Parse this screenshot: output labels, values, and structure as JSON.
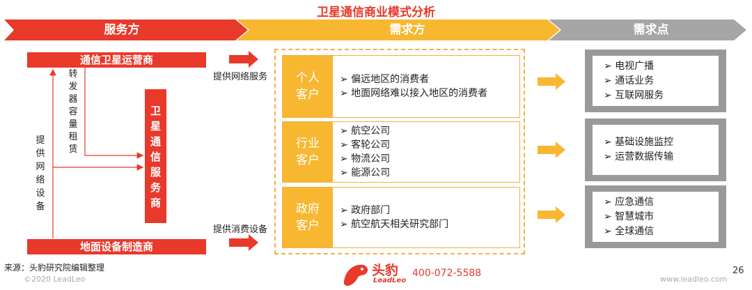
{
  "title": "卫星通信商业模式分析",
  "bands": {
    "supply": "服务方",
    "demand": "需求方",
    "needs": "需求点"
  },
  "supply": {
    "operator": "通信卫星运营商",
    "manufacturer": "地面设备制造商",
    "service_provider_chars": [
      "卫",
      "星",
      "通",
      "信",
      "服",
      "务",
      "商"
    ],
    "transponder_chars": [
      "转",
      "发",
      "器",
      "容",
      "量",
      "租",
      "赁"
    ],
    "network_chars": [
      "提",
      "供",
      "网",
      "络",
      "设",
      "备"
    ],
    "provide_network_service": "提供网络服务",
    "provide_consumer_equipment": "提供消费设备"
  },
  "segments": [
    {
      "label_lines": [
        "个人",
        "客户"
      ],
      "items": [
        "➢ 偏远地区的消费者",
        "➢ 地面网络难以接入地区的消费者"
      ]
    },
    {
      "label_lines": [
        "行业",
        "客户"
      ],
      "items": [
        "➢ 航空公司",
        "➢ 客轮公司",
        "➢ 物流公司",
        "➢ 能源公司"
      ]
    },
    {
      "label_lines": [
        "政府",
        "客户"
      ],
      "items": [
        "➢ 政府部门",
        "➢ 航空航天相关研究部门"
      ]
    }
  ],
  "needs": [
    {
      "items": [
        "➢ 电视广播",
        "➢ 通话业务",
        "➢ 互联网服务"
      ]
    },
    {
      "items": [
        "➢ 基础设施监控",
        "➢ 运营数据传输"
      ]
    },
    {
      "items": [
        "➢ 应急通信",
        "➢ 智慧城市",
        "➢ 全球通信"
      ]
    }
  ],
  "footer": {
    "source": "来源：头豹研究院编辑整理",
    "copyright": "©2020 LeadLeo",
    "brand_cn": "头豹",
    "brand_en": "LeadLeo",
    "phone": "400-072-5588",
    "website": "www.leadleo.com",
    "page_number": "26"
  },
  "colors": {
    "red": "#e8392b",
    "orange": "#f7b731",
    "light_orange": "#f5b041",
    "gray": "#999999"
  }
}
